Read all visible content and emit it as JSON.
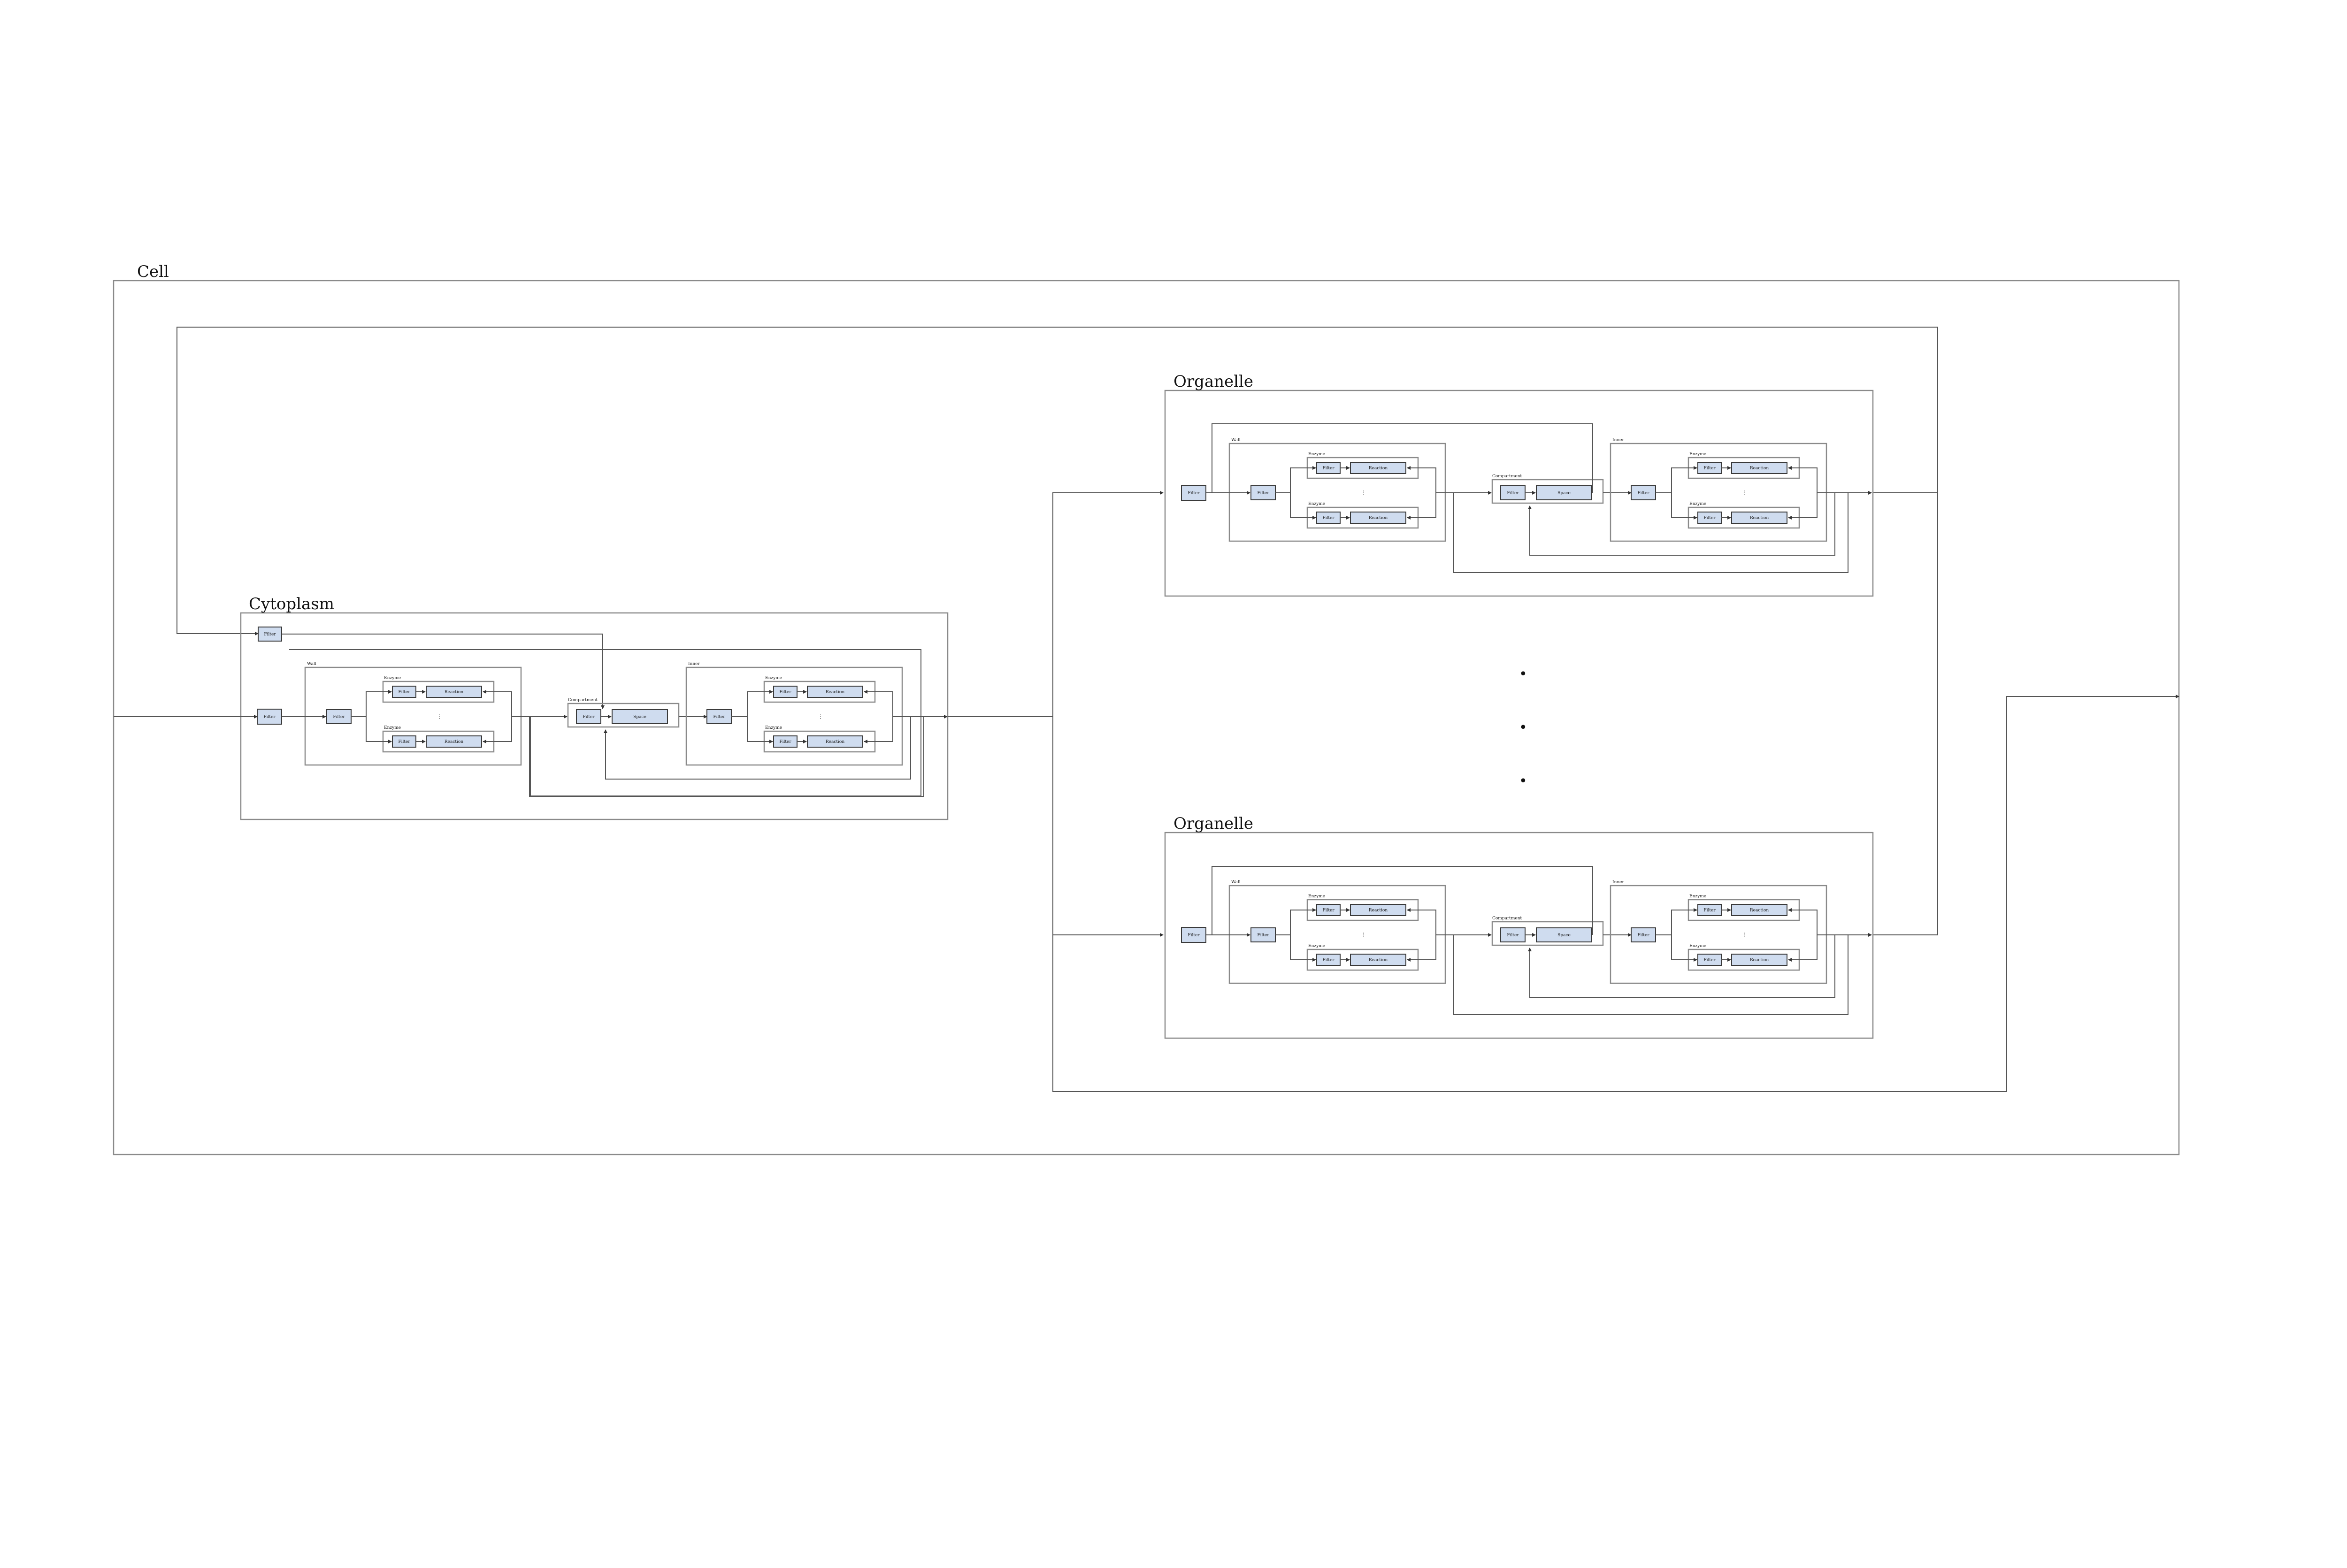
{
  "cell": {
    "label": "Cell"
  },
  "cytoplasm": {
    "label": "Cytoplasm",
    "wall_label": "Wall",
    "inner_label": "Inner",
    "compartment_label": "Compartment",
    "enzyme_label": "Enzyme"
  },
  "organelles": [
    {
      "label": "Organelle",
      "wall_label": "Wall",
      "inner_label": "Inner",
      "compartment_label": "Compartment",
      "enzyme_label": "Enzyme"
    },
    {
      "label": "Organelle",
      "wall_label": "Wall",
      "inner_label": "Inner",
      "compartment_label": "Compartment",
      "enzyme_label": "Enzyme"
    }
  ],
  "nodes": {
    "filter": "Filter",
    "reaction": "Reaction",
    "space": "Space"
  },
  "ellipsis": "•",
  "colors": {
    "node_fill": "#cfdcef",
    "frame": "#8a8a8a",
    "wire": "#555555"
  }
}
